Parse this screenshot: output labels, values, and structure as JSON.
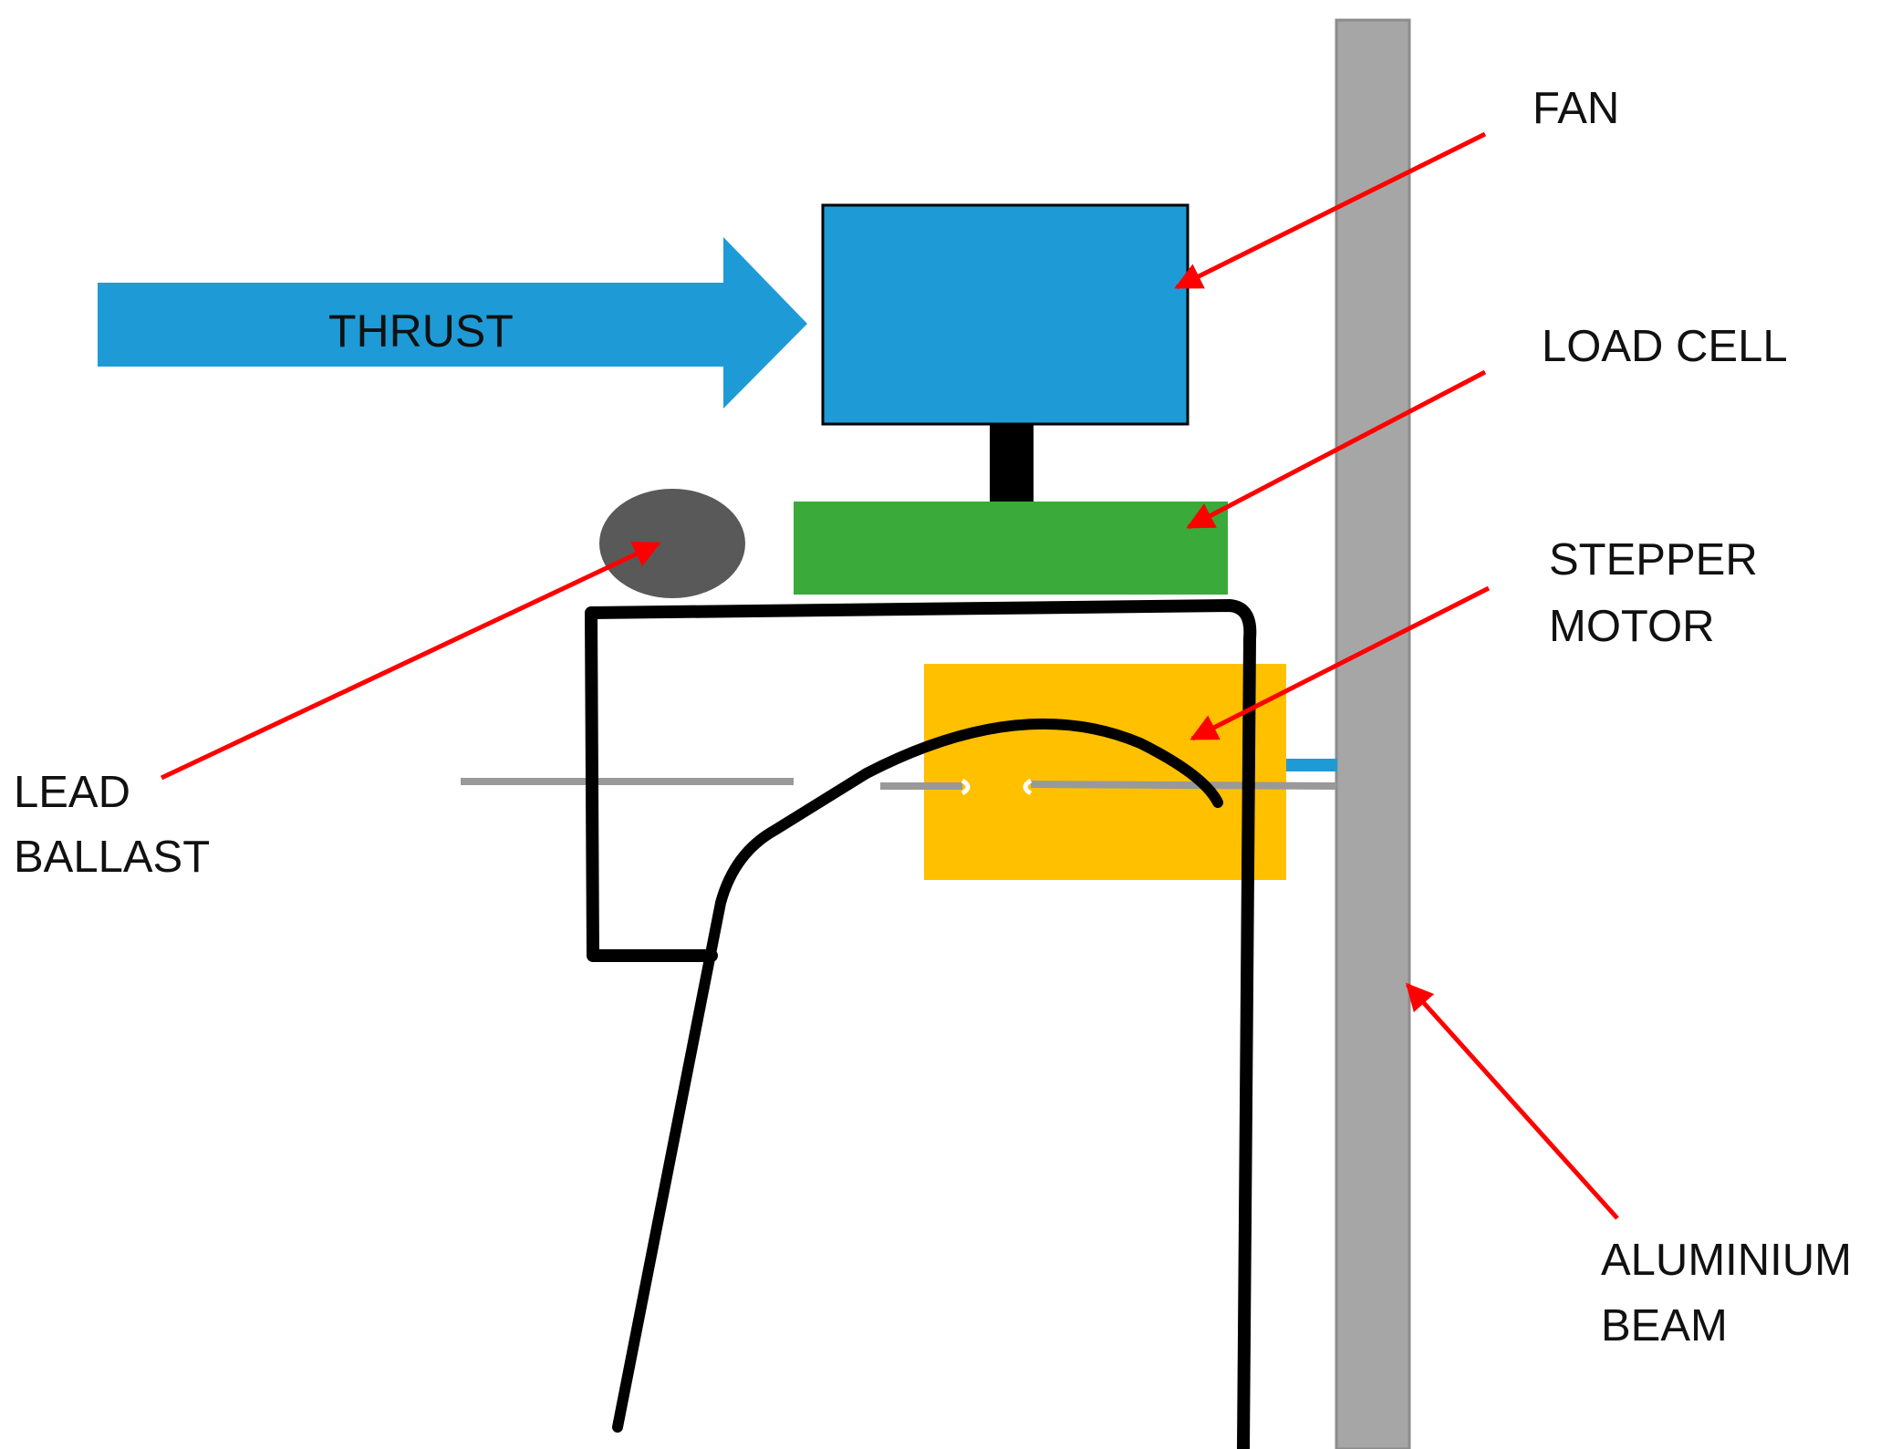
{
  "labels": {
    "fan": "FAN",
    "load_cell": "LOAD CELL",
    "stepper_motor": [
      "STEPPER",
      "MOTOR"
    ],
    "lead_ballast": [
      "LEAD",
      "BALLAST"
    ],
    "aluminium_beam": [
      "ALUMINIUM",
      "BEAM"
    ],
    "thrust": "THRUST"
  },
  "colors": {
    "fan": "#1e9bd7",
    "thrust_arrow": "#1e9bd7",
    "load_cell": "#3aaa3a",
    "stepper_motor": "#ffc000",
    "lead_ballast": "#595959",
    "aluminium_beam": "#a6a6a6",
    "leader_arrows": "#ff0000",
    "outline": "#000000",
    "shaft": "#999999"
  }
}
